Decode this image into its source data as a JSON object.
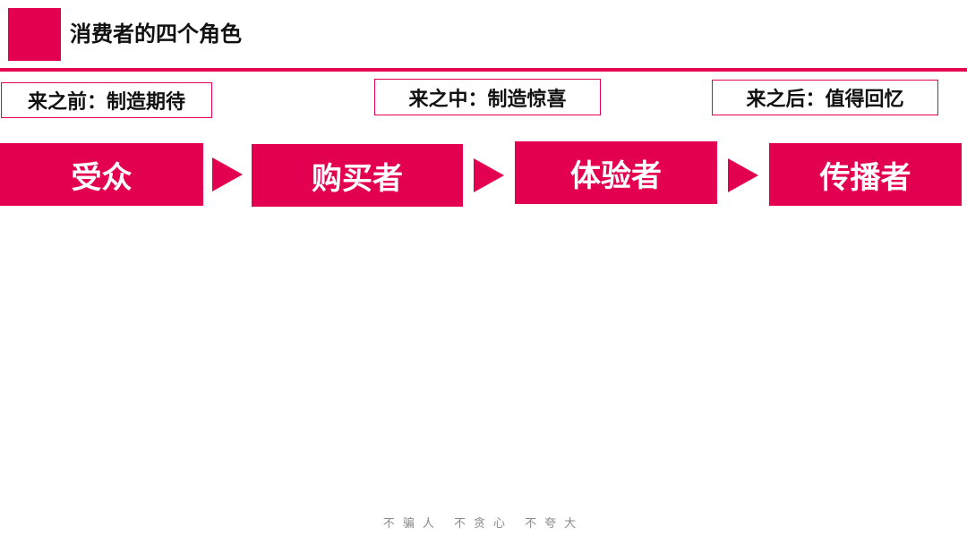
{
  "title": "消费者的四个角色",
  "stages": [
    {
      "label": "来之前：制造期待"
    },
    {
      "label": "来之中：制造惊喜"
    },
    {
      "label": "来之后：值得回忆"
    }
  ],
  "roles": [
    {
      "label": "受众"
    },
    {
      "label": "购买者"
    },
    {
      "label": "体验者"
    },
    {
      "label": "传播者"
    }
  ],
  "footer": "不骗人 不贪心 不夸大",
  "colors": {
    "accent": "#e30050",
    "text": "#111111",
    "footer_text": "#8a8a8a"
  }
}
